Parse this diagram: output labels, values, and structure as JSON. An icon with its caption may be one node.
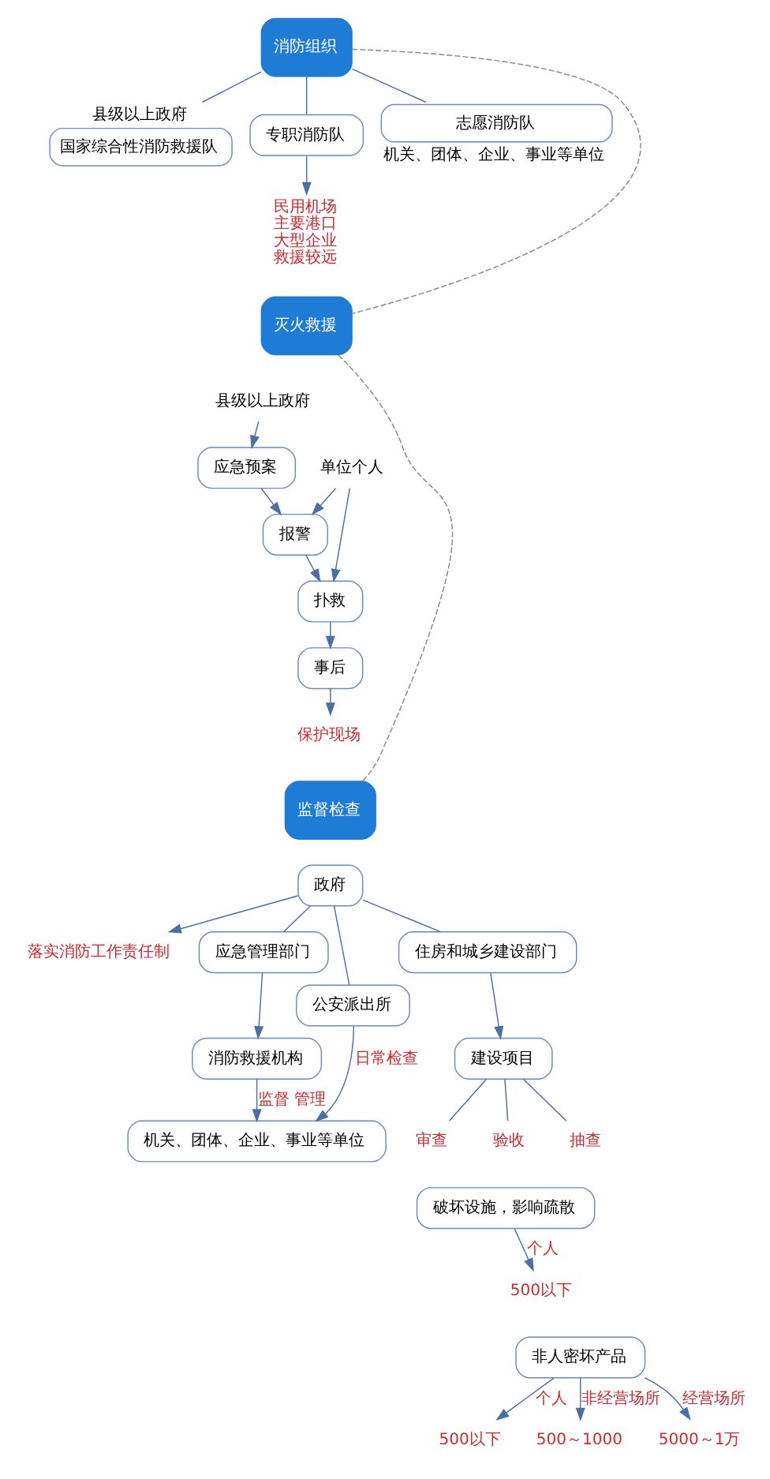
{
  "diagram": {
    "nodes": [
      {
        "text": [
          "消防组织"
        ]
      },
      {
        "text": [
          "国家综合性消防救援队"
        ],
        "beside": [
          "县级以上政府"
        ]
      },
      {
        "text": [
          "专职消防队"
        ]
      },
      {
        "text": [
          "志愿消防队"
        ],
        "beside": [
          "机关、团体、企业、事业等单位"
        ]
      },
      {
        "text": [
          "民用机场",
          "主要港口",
          "大型企业",
          "救援较远"
        ]
      },
      {
        "text": [
          "灭火救援"
        ]
      },
      {
        "text": [
          "县级以上政府"
        ]
      },
      {
        "text": [
          "应急预案"
        ]
      },
      {
        "text": [
          "单位个人"
        ]
      },
      {
        "text": [
          "报警"
        ]
      },
      {
        "text": [
          "扑救"
        ]
      },
      {
        "text": [
          "事后"
        ]
      },
      {
        "text": [
          "保护现场"
        ]
      },
      {
        "text": [
          "监督检查"
        ]
      },
      {
        "text": [
          "政府"
        ]
      },
      {
        "text": [
          "落实消防工作责任制"
        ]
      },
      {
        "text": [
          "应急管理部门"
        ]
      },
      {
        "text": [
          "公安派出所"
        ]
      },
      {
        "text": [
          "住房和城乡建设部门"
        ]
      },
      {
        "text": [
          "消防救援机构"
        ]
      },
      {
        "text": [
          "建设项目"
        ]
      },
      {
        "text": [
          "机关、团体、企业、事业等单位"
        ]
      },
      {
        "text": [
          "审查"
        ]
      },
      {
        "text": [
          "验收"
        ]
      },
      {
        "text": [
          "抽查"
        ]
      },
      {
        "text": [
          "破坏设施，影响疏散"
        ]
      },
      {
        "text": [
          "500以下"
        ]
      },
      {
        "text": [
          "非人密坏产品"
        ]
      },
      {
        "text": [
          "500以下"
        ]
      },
      {
        "text": [
          "500～1000"
        ]
      },
      {
        "text": [
          "5000～1万"
        ]
      }
    ],
    "edges": [
      {
        "from": 0,
        "to": 1,
        "arrow": "none"
      },
      {
        "from": 0,
        "to": 2,
        "arrow": "none"
      },
      {
        "from": 0,
        "to": 3,
        "arrow": "none"
      },
      {
        "from": 2,
        "to": 4,
        "arrow": "to"
      },
      {
        "from": 0,
        "to": 5,
        "arrow": "none",
        "style": "dashed",
        "color": "#888888"
      },
      {
        "from": 6,
        "to": 7,
        "arrow": "to"
      },
      {
        "from": 7,
        "to": 9,
        "arrow": "to"
      },
      {
        "from": 8,
        "to": 9,
        "arrow": "to"
      },
      {
        "from": 8,
        "to": 10,
        "arrow": "to"
      },
      {
        "from": 9,
        "to": 10,
        "arrow": "to"
      },
      {
        "from": 10,
        "to": 11,
        "arrow": "to"
      },
      {
        "from": 11,
        "to": 12,
        "arrow": "to"
      },
      {
        "from": 5,
        "to": 13,
        "arrow": "none",
        "style": "dashed",
        "color": "#888888"
      },
      {
        "from": 14,
        "to": 15,
        "arrow": "to"
      },
      {
        "from": 14,
        "to": 16,
        "arrow": "none"
      },
      {
        "from": 14,
        "to": 17,
        "arrow": "none"
      },
      {
        "from": 14,
        "to": 18,
        "arrow": "none"
      },
      {
        "from": 16,
        "to": 19,
        "arrow": "to"
      },
      {
        "from": 19,
        "to": 21,
        "arrow": "to",
        "label": "监督 管理"
      },
      {
        "from": 17,
        "to": 21,
        "arrow": "to",
        "label": "日常检查"
      },
      {
        "from": 18,
        "to": 20,
        "arrow": "to"
      },
      {
        "from": 20,
        "to": 22,
        "arrow": "none"
      },
      {
        "from": 20,
        "to": 23,
        "arrow": "none"
      },
      {
        "from": 20,
        "to": 24,
        "arrow": "none"
      },
      {
        "from": 25,
        "to": 26,
        "arrow": "to",
        "label": "个人"
      },
      {
        "from": 27,
        "to": 28,
        "arrow": "to",
        "label": "个人"
      },
      {
        "from": 27,
        "to": 29,
        "arrow": "to",
        "label": "非经营场所"
      },
      {
        "from": 27,
        "to": 30,
        "arrow": "to",
        "label": "经营场所"
      }
    ]
  }
}
